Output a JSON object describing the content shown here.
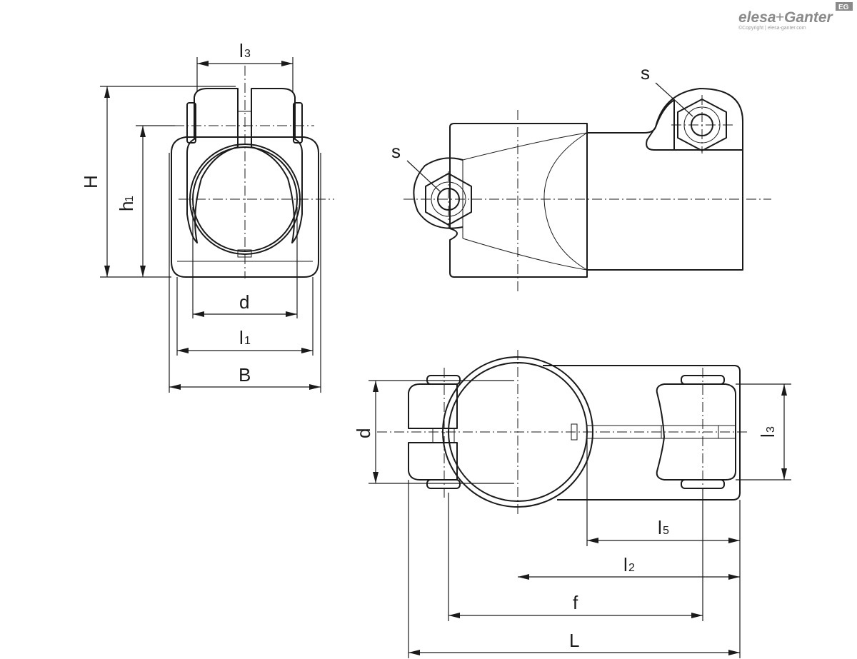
{
  "logo": {
    "brand_left": "elesa",
    "brand_plus": "+",
    "brand_right": "Ganter",
    "badge": "EG",
    "copyright": "©Copyright | elesa-ganter.com"
  },
  "dimensions": {
    "l3_top": {
      "main": "l",
      "sub": "3"
    },
    "H": "H",
    "h1": {
      "main": "h",
      "sub": "1"
    },
    "d_front": "d",
    "l1": {
      "main": "l",
      "sub": "1"
    },
    "B": "B",
    "s_upper": "s",
    "s_lower": "s",
    "d_plan": "d",
    "l3_plan": {
      "main": "l",
      "sub": "3"
    },
    "l5": {
      "main": "l",
      "sub": "5"
    },
    "l2": {
      "main": "l",
      "sub": "2"
    },
    "f": "f",
    "L": "L"
  }
}
